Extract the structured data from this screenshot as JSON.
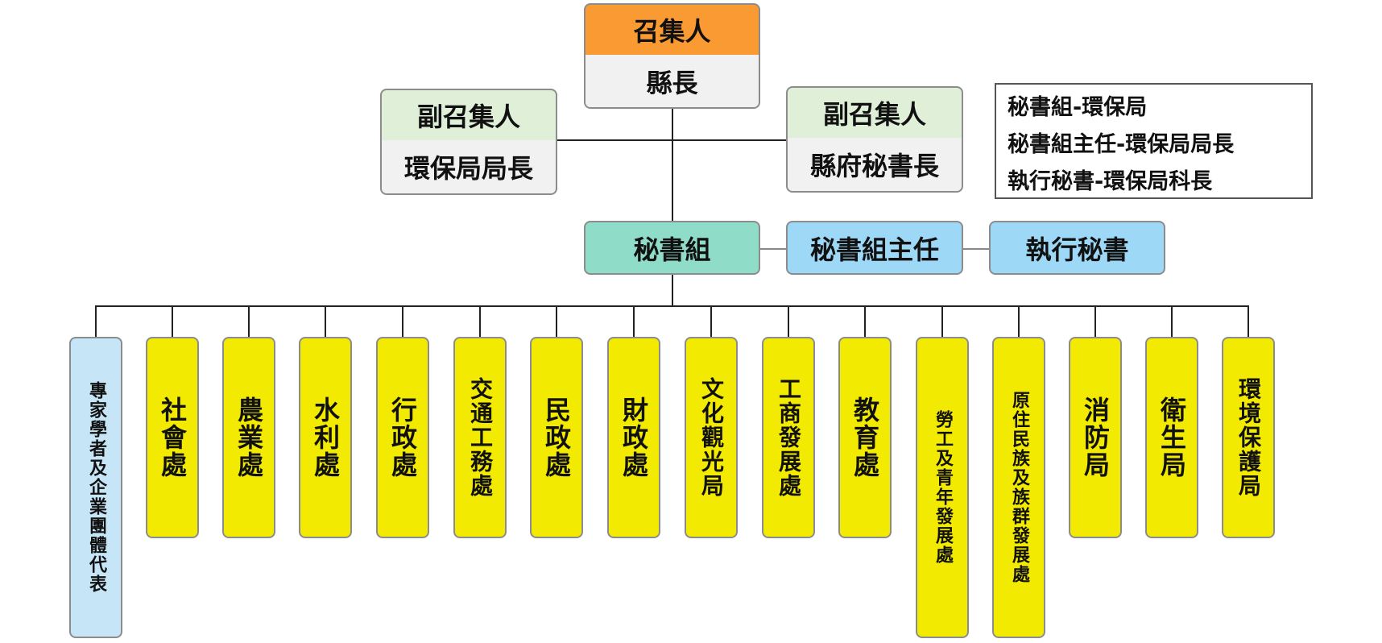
{
  "convener": {
    "title": "召集人",
    "name": "縣長"
  },
  "deputy_left": {
    "title": "副召集人",
    "name": "環保局局長"
  },
  "deputy_right": {
    "title": "副召集人",
    "name": "縣府秘書長"
  },
  "secretariat": {
    "label": "秘書組",
    "director": "秘書組主任",
    "exec": "執行秘書"
  },
  "legend": [
    "秘書組-環保局",
    "秘書組主任-環保局局長",
    "執行秘書-環保局科長"
  ],
  "units": [
    "專家學者及企業團體代表",
    "社會處",
    "農業處",
    "水利處",
    "行政處",
    "交通工務處",
    "民政處",
    "財政處",
    "文化觀光局",
    "工商發展處",
    "教育處",
    "勞工及青年發展處",
    "原住民族及族群發展處",
    "消防局",
    "衛生局",
    "環境保護局"
  ],
  "colors": {
    "convener": "#f99a33",
    "deputy": "#e0f0d8",
    "secretariat": "#8fdcc9",
    "director": "#9ed8f7",
    "unit": "#f2ea00",
    "experts": "#c6e6f7"
  }
}
